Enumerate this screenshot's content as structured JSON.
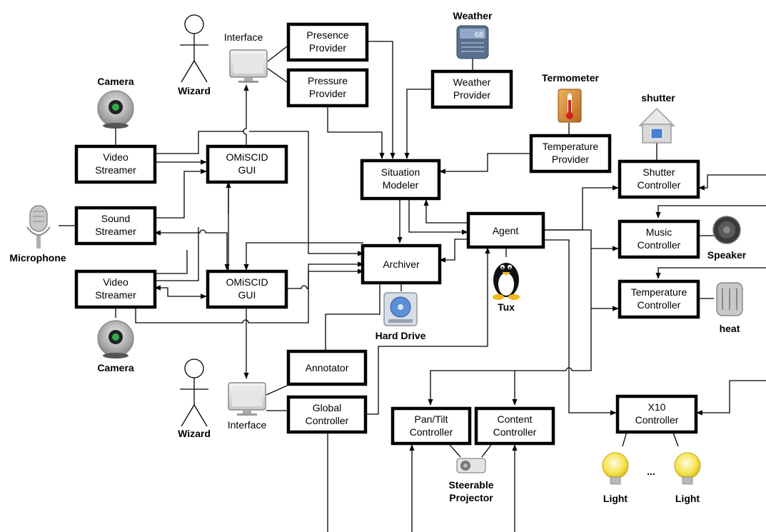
{
  "boxes": {
    "presence_provider": [
      "Presence",
      "Provider"
    ],
    "pressure_provider": [
      "Pressure",
      "Provider"
    ],
    "weather_provider": [
      "Weather",
      "Provider"
    ],
    "temperature_provider": [
      "Temperature",
      "Provider"
    ],
    "video_streamer_top": [
      "Video",
      "Streamer"
    ],
    "omiscid_gui_top": [
      "OMiSCID",
      "GUI"
    ],
    "situation_modeler": [
      "Situation",
      "Modeler"
    ],
    "shutter_controller": [
      "Shutter",
      "Controller"
    ],
    "sound_streamer": [
      "Sound",
      "Streamer"
    ],
    "agent": [
      "Agent"
    ],
    "music_controller": [
      "Music",
      "Controller"
    ],
    "archiver": [
      "Archiver"
    ],
    "video_streamer_bottom": [
      "Video",
      "Streamer"
    ],
    "omiscid_gui_bottom": [
      "OMiSCID",
      "GUI"
    ],
    "temperature_controller": [
      "Temperature",
      "Controller"
    ],
    "annotator": [
      "Annotator"
    ],
    "global_controller": [
      "Global",
      "Controller"
    ],
    "pan_tilt_controller": [
      "Pan/Tilt",
      "Controller"
    ],
    "content_controller": [
      "Content",
      "Controller"
    ],
    "x10_controller": [
      "X10",
      "Controller"
    ]
  },
  "labels": {
    "weather": "Weather",
    "termometer": "Termometer",
    "shutter": "shutter",
    "camera_top": "Camera",
    "camera_bottom": "Camera",
    "wizard_top": "Wizard",
    "wizard_bottom": "Wizard",
    "interface_top": "Interface",
    "interface_bottom": "Interface",
    "microphone": "Microphone",
    "speaker": "Speaker",
    "heat": "heat",
    "tux": "Tux",
    "hard_drive": "Hard Drive",
    "steerable": "Steerable",
    "projector": "Projector",
    "light_left": "Light",
    "light_right": "Light",
    "ellipsis": "...",
    "weather_widget_temp": "68"
  }
}
